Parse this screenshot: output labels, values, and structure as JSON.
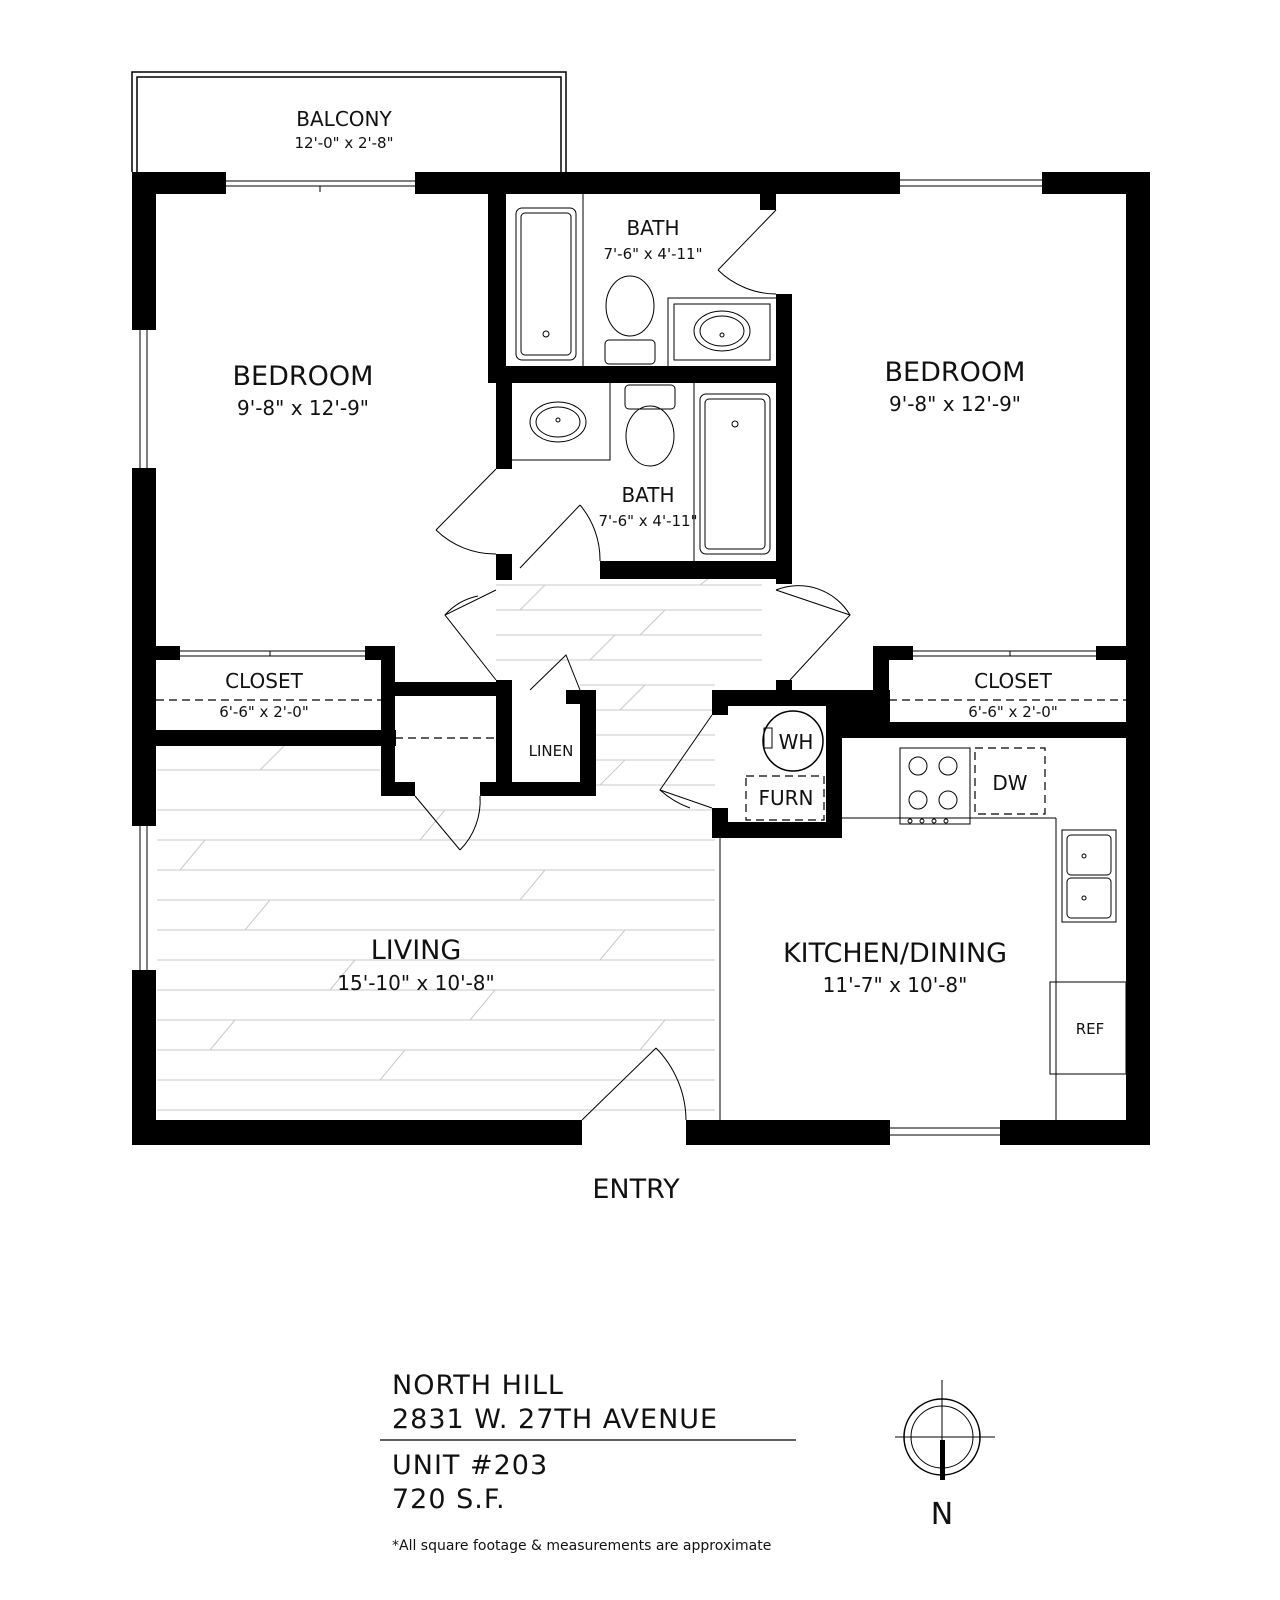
{
  "rooms": {
    "balcony": {
      "name": "BALCONY",
      "dims": "12'-0\" x 2'-8\""
    },
    "bath_top": {
      "name": "BATH",
      "dims": "7'-6\" x 4'-11\""
    },
    "bath_bottom": {
      "name": "BATH",
      "dims": "7'-6\" x 4'-11\""
    },
    "bedroom_left": {
      "name": "BEDROOM",
      "dims": "9'-8\" x 12'-9\""
    },
    "bedroom_right": {
      "name": "BEDROOM",
      "dims": "9'-8\" x 12'-9\""
    },
    "closet_left": {
      "name": "CLOSET",
      "dims": "6'-6\" x 2'-0\""
    },
    "closet_right": {
      "name": "CLOSET",
      "dims": "6'-6\" x 2'-0\""
    },
    "linen": {
      "name": "LINEN"
    },
    "living": {
      "name": "LIVING",
      "dims": "15'-10\" x 10'-8\""
    },
    "kitchen": {
      "name": "KITCHEN/DINING",
      "dims": "11'-7\" x 10'-8\""
    }
  },
  "fixtures": {
    "water_heater": "WH",
    "furnace": "FURN",
    "dishwasher": "DW",
    "refrigerator": "REF"
  },
  "entry_label": "ENTRY",
  "info": {
    "building": "NORTH HILL",
    "address": "2831 W. 27TH AVENUE",
    "unit": "UNIT #203",
    "area": "720 S.F."
  },
  "disclaimer": "*All square footage & measurements are approximate",
  "north_label": "N"
}
